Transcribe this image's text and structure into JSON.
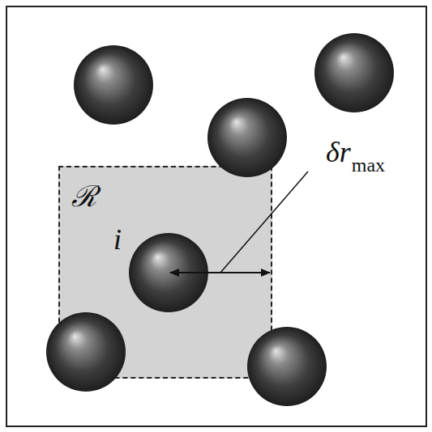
{
  "diagram": {
    "nodes": [
      {
        "text": [
          "ℛ"
        ]
      }
    ],
    "labels": [
      "i",
      "δr",
      "max"
    ]
  }
}
